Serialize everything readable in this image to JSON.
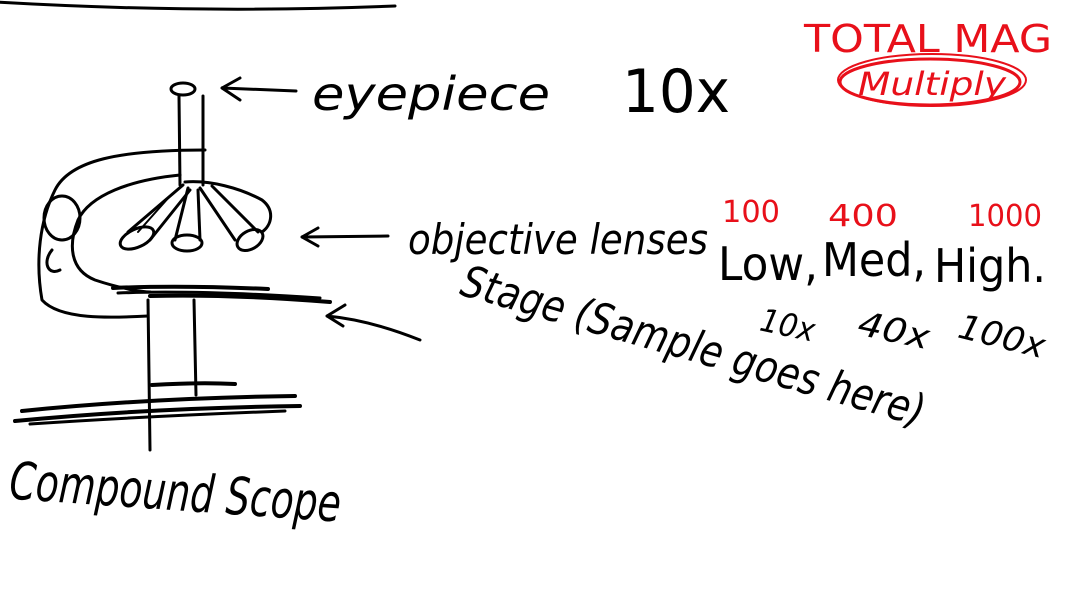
{
  "colors": {
    "black_ink": "#000000",
    "red_ink": "#e8101a",
    "background": "#ffffff"
  },
  "labels": {
    "eyepiece": "eyepiece",
    "eyepiece_mag": "10x",
    "objective_lenses": "objective lenses",
    "stage": "Stage (Sample goes here)",
    "title": "Compound Scope"
  },
  "objectives": {
    "names": [
      "Low,",
      "Med,",
      "High."
    ],
    "magnifications": [
      "10x",
      "40x",
      "100x"
    ],
    "total_mag": [
      "100",
      "400",
      "1000"
    ]
  },
  "total_mag_note": {
    "title": "TOTAL MAG",
    "subtitle": "Multiply"
  }
}
